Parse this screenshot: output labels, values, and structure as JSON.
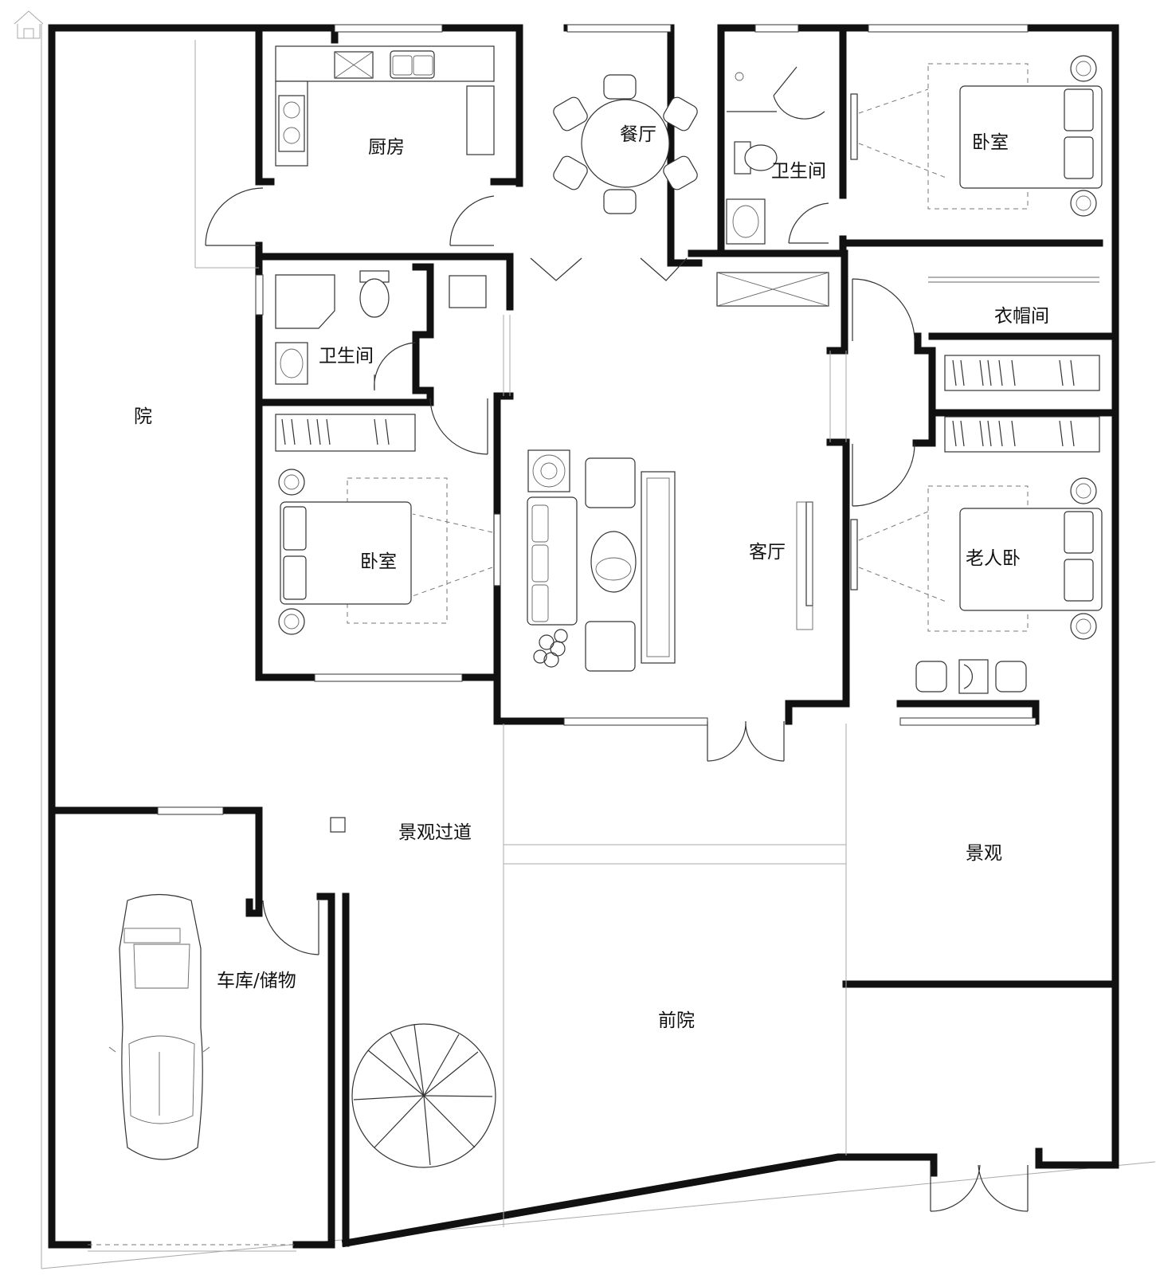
{
  "rooms": {
    "kitchen": "厨房",
    "dining": "餐厅",
    "bath_upper": "卫生间",
    "bedroom_ne": "卧室",
    "bath_mid": "卫生间",
    "wardrobe": "衣帽间",
    "courtyard_side": "院",
    "bedroom_w": "卧室",
    "living": "客厅",
    "elder_bedroom": "老人卧",
    "passage": "景观过道",
    "landscape": "景观",
    "garage": "车库/储物",
    "front_yard": "前院"
  },
  "colors": {
    "wall": "#111111",
    "line": "#333333",
    "background": "#ffffff"
  }
}
